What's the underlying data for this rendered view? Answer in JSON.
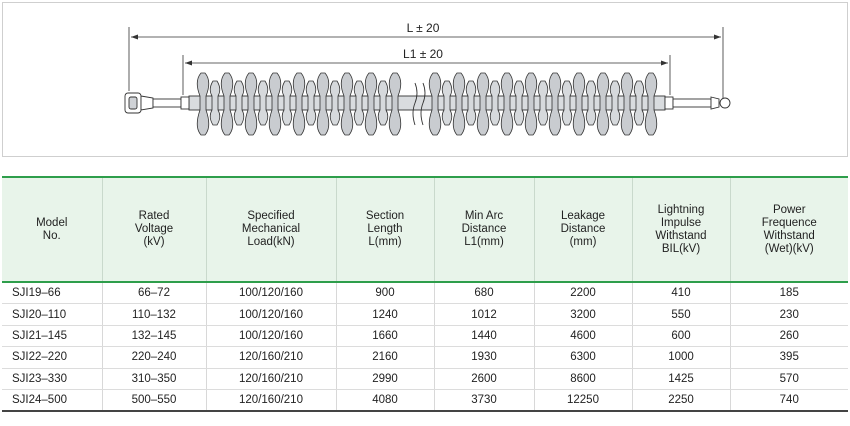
{
  "drawing": {
    "dim_overall": "L ± 20",
    "dim_section": "L1 ± 20"
  },
  "table": {
    "headers": [
      [
        "Model",
        "No."
      ],
      [
        "Rated",
        "Voltage",
        "(kV)"
      ],
      [
        "Specified",
        "Mechanical",
        "Load(kN)"
      ],
      [
        "Section",
        "Length",
        "L(mm)"
      ],
      [
        "Min Arc",
        "Distance",
        "L1(mm)"
      ],
      [
        "Leakage",
        "Distance",
        "(mm)"
      ],
      [
        "Lightning",
        "Impulse",
        "Withstand",
        "BIL(kV)"
      ],
      [
        "Power",
        "Frequence",
        "Withstand",
        "(Wet)(kV)"
      ]
    ],
    "rows": [
      [
        "SJI19–66",
        "66–72",
        "100/120/160",
        "900",
        "680",
        "2200",
        "410",
        "185"
      ],
      [
        "SJI20–110",
        "110–132",
        "100/120/160",
        "1240",
        "1012",
        "3200",
        "550",
        "230"
      ],
      [
        "SJI21–145",
        "132–145",
        "100/120/160",
        "1660",
        "1440",
        "4600",
        "600",
        "260"
      ],
      [
        "SJI22–220",
        "220–240",
        "120/160/210",
        "2160",
        "1930",
        "6300",
        "1000",
        "395"
      ],
      [
        "SJI23–330",
        "310–350",
        "120/160/210",
        "2990",
        "2600",
        "8600",
        "1425",
        "570"
      ],
      [
        "SJI24–500",
        "500–550",
        "120/160/210",
        "4080",
        "3730",
        "12250",
        "2250",
        "740"
      ]
    ]
  },
  "colors": {
    "accent_green": "#2e9e4b",
    "header_bg": "#e8f4ea"
  }
}
